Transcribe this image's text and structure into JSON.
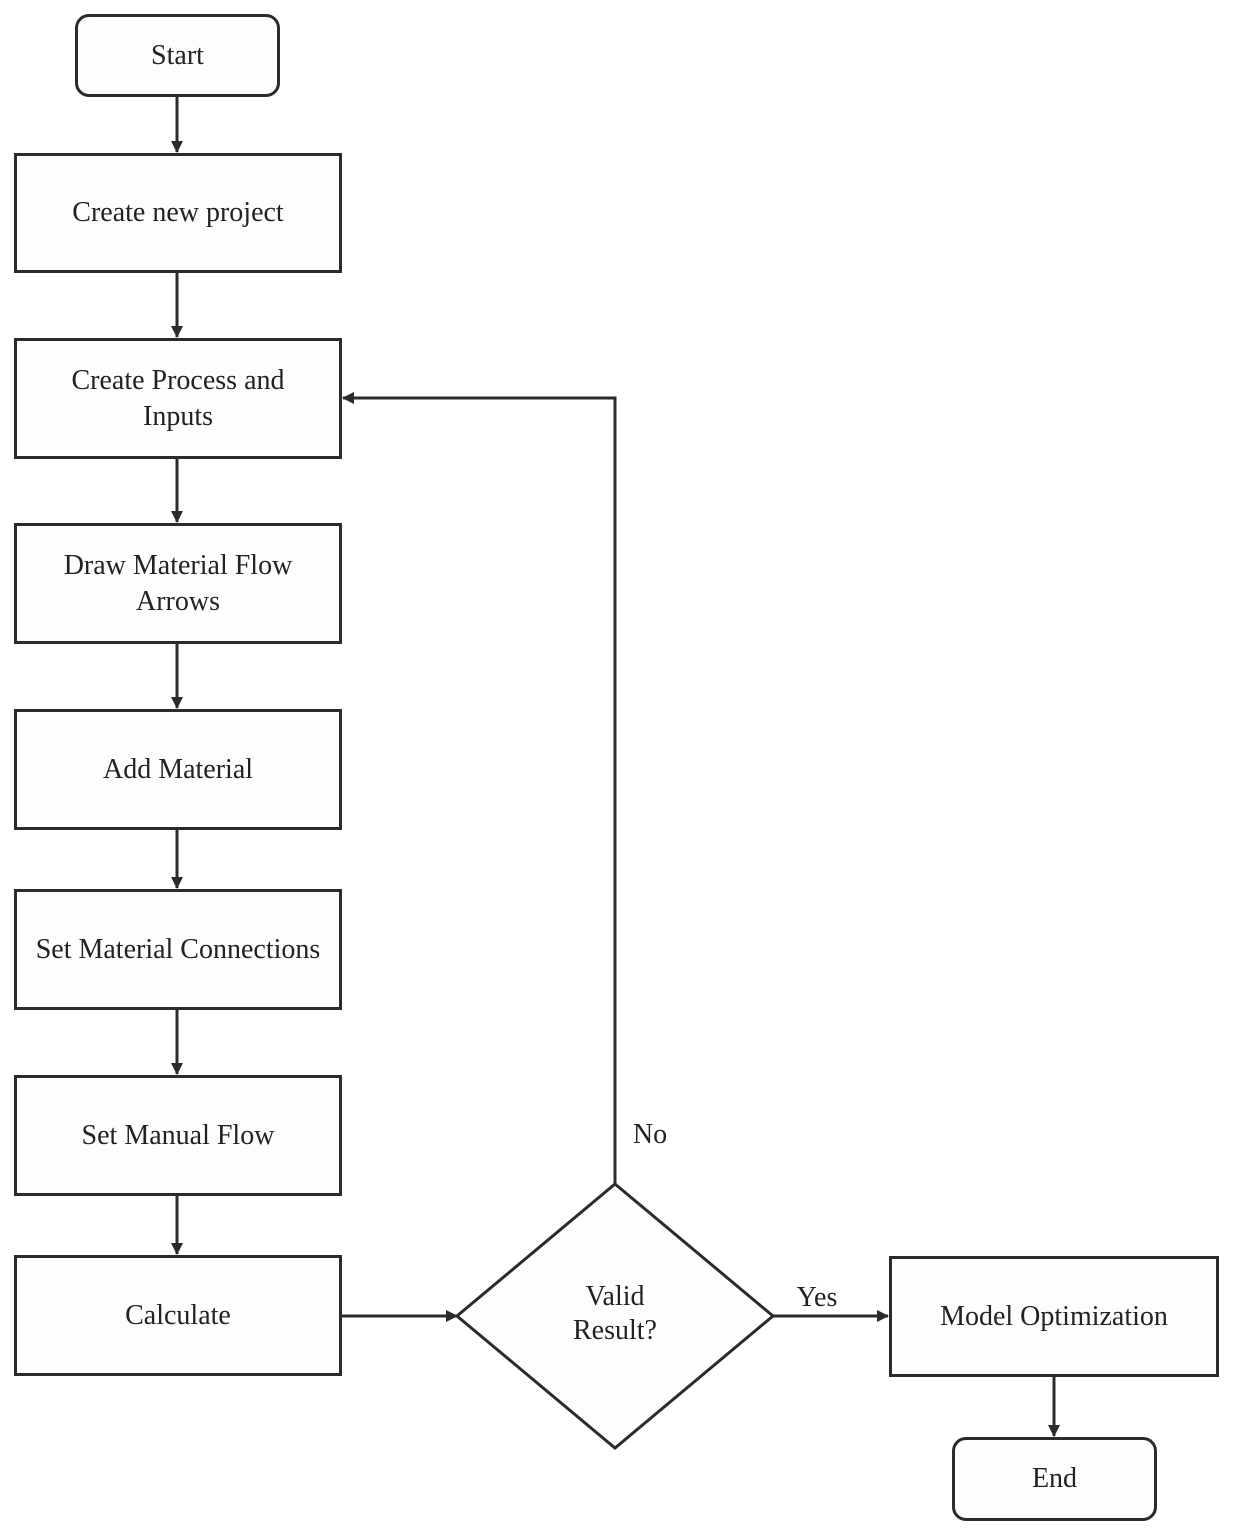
{
  "nodes": {
    "start": "Start",
    "create_project": "Create new project",
    "create_process": "Create Process and Inputs",
    "draw_arrows": "Draw Material Flow Arrows",
    "add_material": "Add Material",
    "set_connections": "Set Material Connections",
    "set_manual_flow": "Set Manual Flow",
    "calculate": "Calculate",
    "decision_line1": "Valid",
    "decision_line2": "Result?",
    "model_optimization": "Model Optimization",
    "end": "End"
  },
  "edge_labels": {
    "no": "No",
    "yes": "Yes"
  },
  "colors": {
    "stroke": "#2b2b2b",
    "fill": "#fdfdfd"
  }
}
